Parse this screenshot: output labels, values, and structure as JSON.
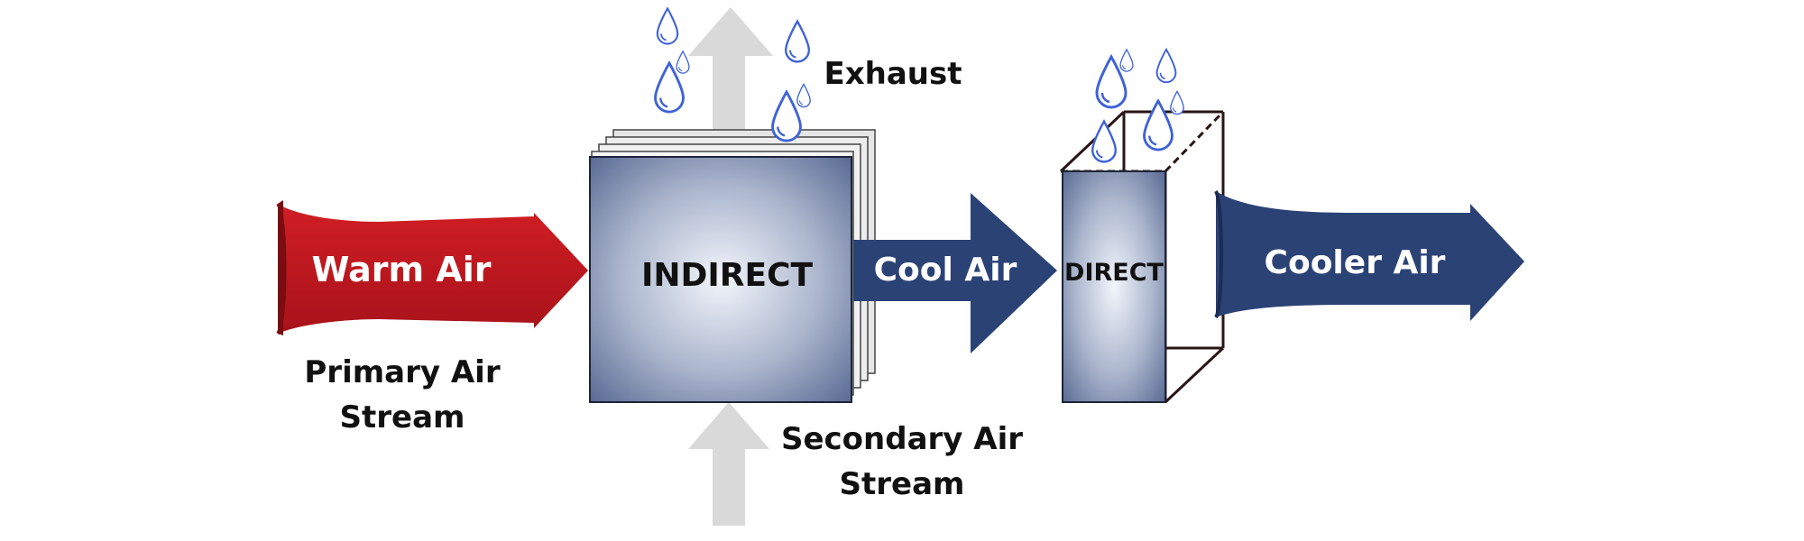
{
  "labels": {
    "warm_air": "Warm Air",
    "primary_line1": "Primary Air",
    "primary_line2": "Stream",
    "indirect": "INDIRECT",
    "exhaust": "Exhaust",
    "secondary_line1": "Secondary Air",
    "secondary_line2": "Stream",
    "cool_air": "Cool Air",
    "direct": "DIRECT",
    "cooler_air": "Cooler Air"
  },
  "colors": {
    "warm_arrow": "#c8161d",
    "cool_arrow": "#2b4275",
    "gray_arrow": "#d9d9d9",
    "module_edge": "#5a6b94",
    "module_center": "#f2f5fb",
    "drop_stroke": "#3f63d6",
    "frame_stroke": "#2a1416",
    "text_dark": "#111111",
    "text_light": "#ffffff"
  },
  "icons": {
    "water_drop": "water-drop-icon"
  }
}
